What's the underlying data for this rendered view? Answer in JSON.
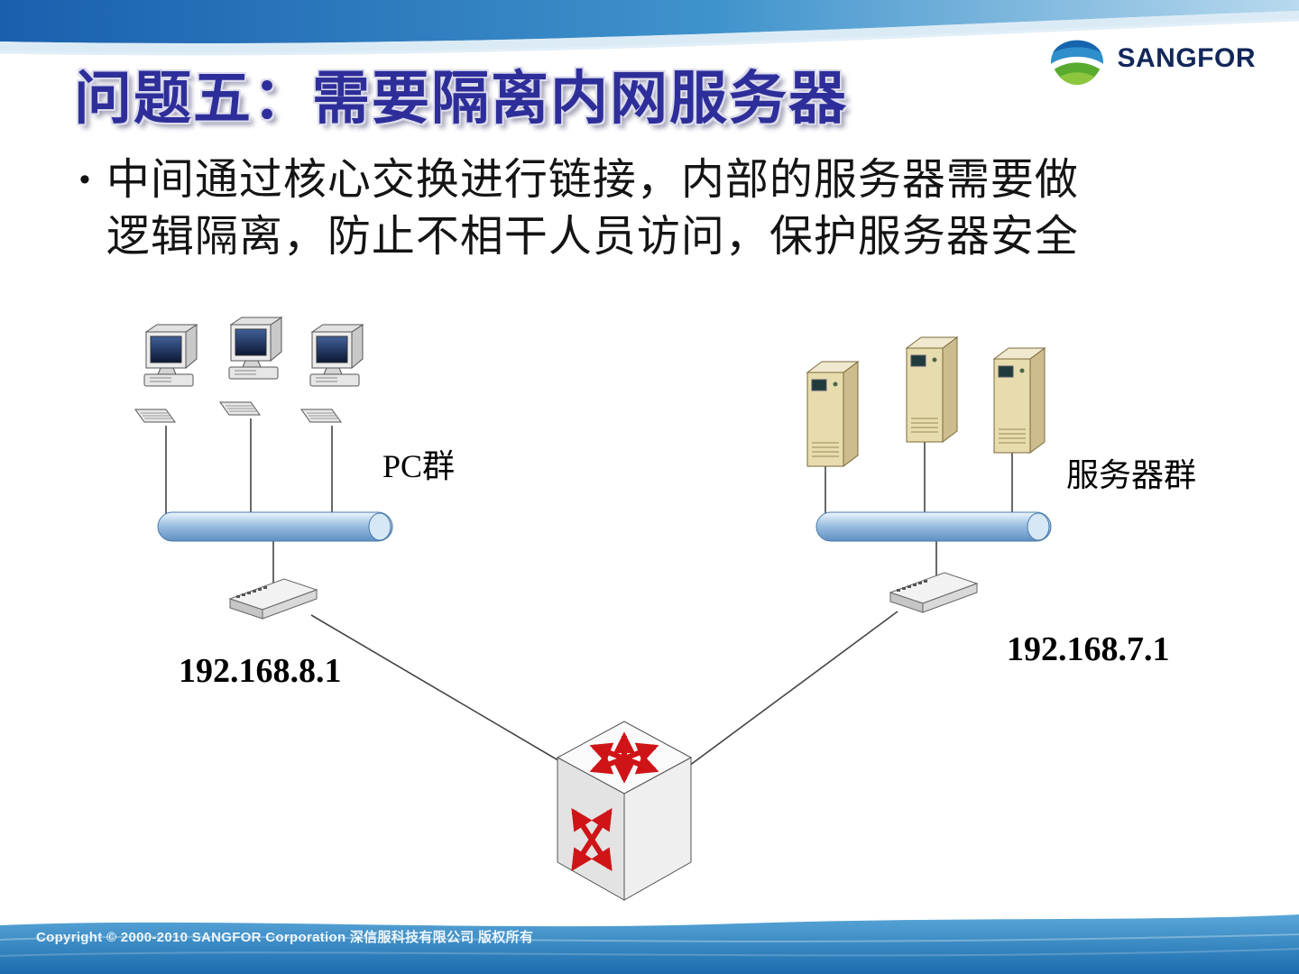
{
  "logo": {
    "text": "SANGFOR"
  },
  "title": "问题五：需要隔离内网服务器",
  "bullet": {
    "marker": "•",
    "line1": "中间通过核心交换进行链接，内部的服务器需要做",
    "line2": "逻辑隔离，防止不相干人员访问，保护服务器安全"
  },
  "diagram": {
    "pc_group_label": "PC群",
    "server_group_label": "服务器群",
    "left_switch_ip": "192.168.8.1",
    "right_switch_ip": "192.168.7.1"
  },
  "footer": {
    "copyright": "Copyright © 2000-2010 SANGFOR Corporation  深信服科技有限公司  版权所有"
  },
  "icons": {
    "logo_globe": "sangfor-globe-icon",
    "pc": "pc-icon",
    "server": "server-icon",
    "access_switch": "switch-icon",
    "core_switch": "core-switch-icon",
    "bus": "ethernet-bus"
  },
  "colors": {
    "title": "#2e2e9a",
    "header_blue": "#1a5fae",
    "header_light": "#b8d9ee",
    "bus_blue": "#7fa8d3",
    "arrow_red": "#cf1418",
    "footer_blue": "#1b6cae",
    "server_tan": "#e7dcae"
  }
}
